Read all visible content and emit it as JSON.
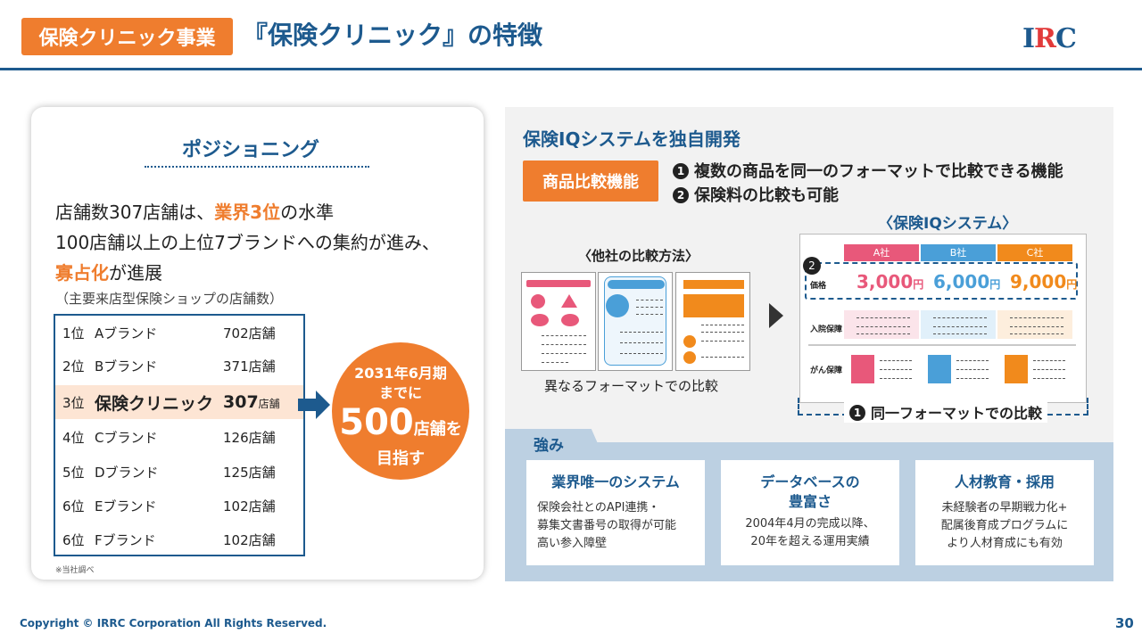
{
  "header": {
    "tag": "保険クリニック事業",
    "title": "『保険クリニック』の特徴",
    "logo_a": "I",
    "logo_b": "R",
    "logo_c": "C"
  },
  "positioning": {
    "title": "ポジショニング",
    "line1_a": "店舗数307店舗は、",
    "line1_b": "業界3位",
    "line1_c": "の水準",
    "line2": "100店舗以上の上位7ブランドへの集約が進み、",
    "line3_a": "寡占化",
    "line3_b": "が進展",
    "note": "（主要来店型保険ショップの店舗数）",
    "ranking": [
      {
        "pos": "1位",
        "name": "Aブランド",
        "count": "702店舗"
      },
      {
        "pos": "2位",
        "name": "Bブランド",
        "count": "371店舗"
      },
      {
        "pos": "3位",
        "name": "保険クリニック",
        "count_num": "307",
        "count_unit": "店舗"
      },
      {
        "pos": "4位",
        "name": "Cブランド",
        "count": "126店舗"
      },
      {
        "pos": "5位",
        "name": "Dブランド",
        "count": "125店舗"
      },
      {
        "pos": "6位",
        "name": "Eブランド",
        "count": "102店舗"
      },
      {
        "pos": "6位",
        "name": "Fブランド",
        "count": "102店舗"
      }
    ],
    "goal_l1": "2031年6月期",
    "goal_l2": "までに",
    "goal_num": "500",
    "goal_unit": "店舗を",
    "goal_l4": "目指す",
    "source": "※当社調べ"
  },
  "iq": {
    "title": "保険IQシステムを独自開発",
    "function_label": "商品比較機能",
    "feature1": "複数の商品を同一のフォーマットで比較できる機能",
    "feature2": "保険料の比較も可能",
    "num1": "1",
    "num2": "2",
    "other_label": "〈他社の比較方法〉",
    "diff_label": "異なるフォーマットでの比較",
    "system_label": "〈保険IQシステム〉",
    "companies": [
      "A社",
      "B社",
      "C社"
    ],
    "company_colors": [
      "#e8587a",
      "#4a9fd8",
      "#f18a1c"
    ],
    "row_price": "価格",
    "row_hosp": "入院保障",
    "row_cancer": "がん保障",
    "prices": [
      {
        "num": "3,000",
        "unit": "円"
      },
      {
        "num": "6,000",
        "unit": "円"
      },
      {
        "num": "9,000",
        "unit": "円"
      }
    ],
    "same_label": "同一フォーマットでの比較"
  },
  "strengths": {
    "label": "強み",
    "items": [
      {
        "title1": "業界唯一のシステム",
        "title2": "",
        "lines": [
          "保険会社とのAPI連携・",
          "募集文書番号の取得が可能",
          "高い参入障壁"
        ]
      },
      {
        "title1": "データベースの",
        "title2": "豊富さ",
        "lines": [
          "2004年4月の完成以降、",
          "20年を超える運用実績"
        ]
      },
      {
        "title1": "人材教育・採用",
        "title2": "",
        "lines": [
          "未経験者の早期戦力化+",
          "配属後育成プログラムに",
          "より人材育成にも有効"
        ]
      }
    ]
  },
  "footer": {
    "copyright": "Copyright © IRRC Corporation All Rights Reserved.",
    "page": "30"
  }
}
